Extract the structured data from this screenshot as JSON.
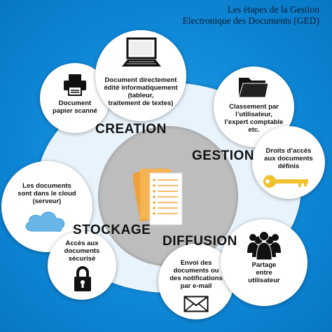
{
  "title": {
    "line1": "Les étapes de la Gestion",
    "line2": "Electronique des Documents (GED)"
  },
  "stages": {
    "creation": "CREATION",
    "gestion": "GESTION",
    "stockage": "STOCKAGE",
    "diffusion": "DIFFUSION"
  },
  "bubbles": {
    "paper": [
      "Document",
      "papier scanné"
    ],
    "digital": [
      "Document directement",
      "édité informatiquement",
      "(tableur,",
      "traitement de textes)"
    ],
    "classement": [
      "Classement par",
      "l’utilisateur,",
      "l’expert comptable",
      "etc."
    ],
    "droits": [
      "Droits d’accès",
      "aux documents",
      "définis"
    ],
    "cloud": [
      "Les documents",
      "sont dans le cloud",
      "(serveur)"
    ],
    "secure": [
      "Accès aux",
      "documents",
      "sécurisé"
    ],
    "email": [
      "Envoi des",
      "documents ou",
      "des notifications",
      "par e-mail"
    ],
    "partage": [
      "Partage",
      "entre",
      "utilisateur"
    ]
  },
  "icons": {
    "printer": "printer-icon",
    "laptop": "laptop-icon",
    "folder": "folder-icon",
    "key": "key-icon",
    "cloud": "cloud-icon",
    "lock": "padlock-icon",
    "envelope": "envelope-icon",
    "people": "people-icon",
    "documents": "documents-icon"
  },
  "colors": {
    "background": "#0f89d8",
    "ring": "#e9f3fb",
    "hub": "#bdbdbd",
    "folder_orange": "#f5a43a",
    "key_gold": "#f2c12e",
    "cloud_blue": "#69b7ea"
  }
}
